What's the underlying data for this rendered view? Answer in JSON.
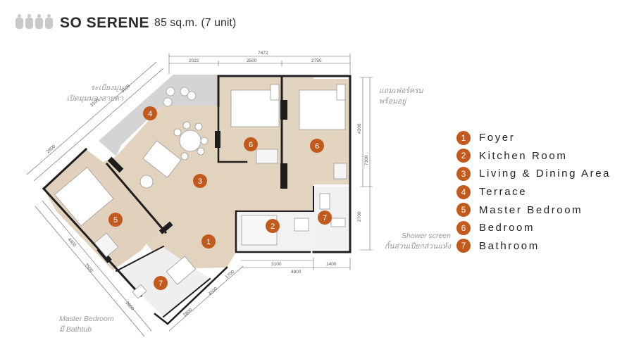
{
  "header": {
    "title": "SO SERENE",
    "area": "85 sq.m.",
    "units": "(7 unit)"
  },
  "legend": [
    {
      "num": "1",
      "label": "Foyer"
    },
    {
      "num": "2",
      "label": "Kitchen Room"
    },
    {
      "num": "3",
      "label": "Living & Dining Area"
    },
    {
      "num": "4",
      "label": "Terrace"
    },
    {
      "num": "5",
      "label": "Master Bedroom"
    },
    {
      "num": "6",
      "label": "Bedroom"
    },
    {
      "num": "7",
      "label": "Bathroom"
    }
  ],
  "notes": {
    "corner_view_line1": "ระเบียงมุม",
    "corner_view_line2": "เปิดมุมมองสายตา",
    "furniture_line1": "แถมเฟอร์ครบ",
    "furniture_line2": "พร้อมอยู่",
    "shower_line1": "Shower screen",
    "shower_line2": "กั้นส่วนเปียกส่วนแห้ง",
    "bathtub_line1": "Master Bedroom",
    "bathtub_line2": "มี Bathtub"
  },
  "dimensions": {
    "top_total": "7472",
    "top_a": "2022",
    "top_b": "2500",
    "top_c": "2750",
    "right_a": "4300",
    "right_total": "7300",
    "right_b": "2700",
    "bottom_a": "3100",
    "bottom_total": "4800",
    "bottom_b": "1400",
    "left_a": "3108",
    "left_b": "3108",
    "left_c": "2800",
    "left_d": "4400",
    "left_e": "7500",
    "left_f": "2650",
    "bot_diag_a": "2800",
    "bot_diag_b": "4500",
    "bot_diag_c": "1700"
  },
  "colors": {
    "accent": "#c15a1c",
    "floor_wood": "#e2d2bd",
    "terrace": "#d2d2d2",
    "wall": "#1e1e1e"
  }
}
